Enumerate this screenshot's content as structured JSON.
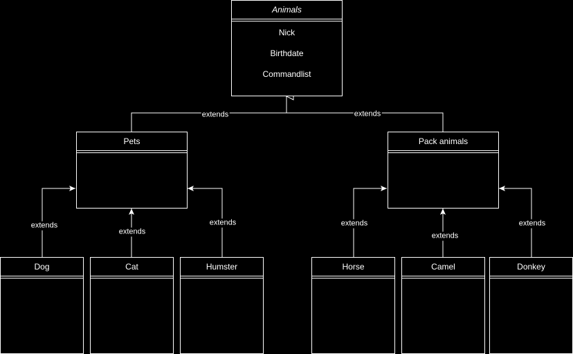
{
  "colors": {
    "background": "#000000",
    "stroke": "#ffffff",
    "text": "#ffffff"
  },
  "classes": {
    "animals": {
      "name": "Animals",
      "attributes": [
        "Nick",
        "Birthdate",
        "Commandlist"
      ]
    },
    "pets": {
      "name": "Pets"
    },
    "pack_animals": {
      "name": "Pack animals"
    },
    "dog": {
      "name": "Dog"
    },
    "cat": {
      "name": "Cat"
    },
    "humster": {
      "name": "Humster"
    },
    "horse": {
      "name": "Horse"
    },
    "camel": {
      "name": "Camel"
    },
    "donkey": {
      "name": "Donkey"
    }
  },
  "edges": {
    "pets_animals": "extends",
    "pack_animals": "extends",
    "dog_pets": "extends",
    "cat_pets": "extends",
    "humster_pets": "extends",
    "horse_pack": "extends",
    "camel_pack": "extends",
    "donkey_pack": "extends"
  }
}
